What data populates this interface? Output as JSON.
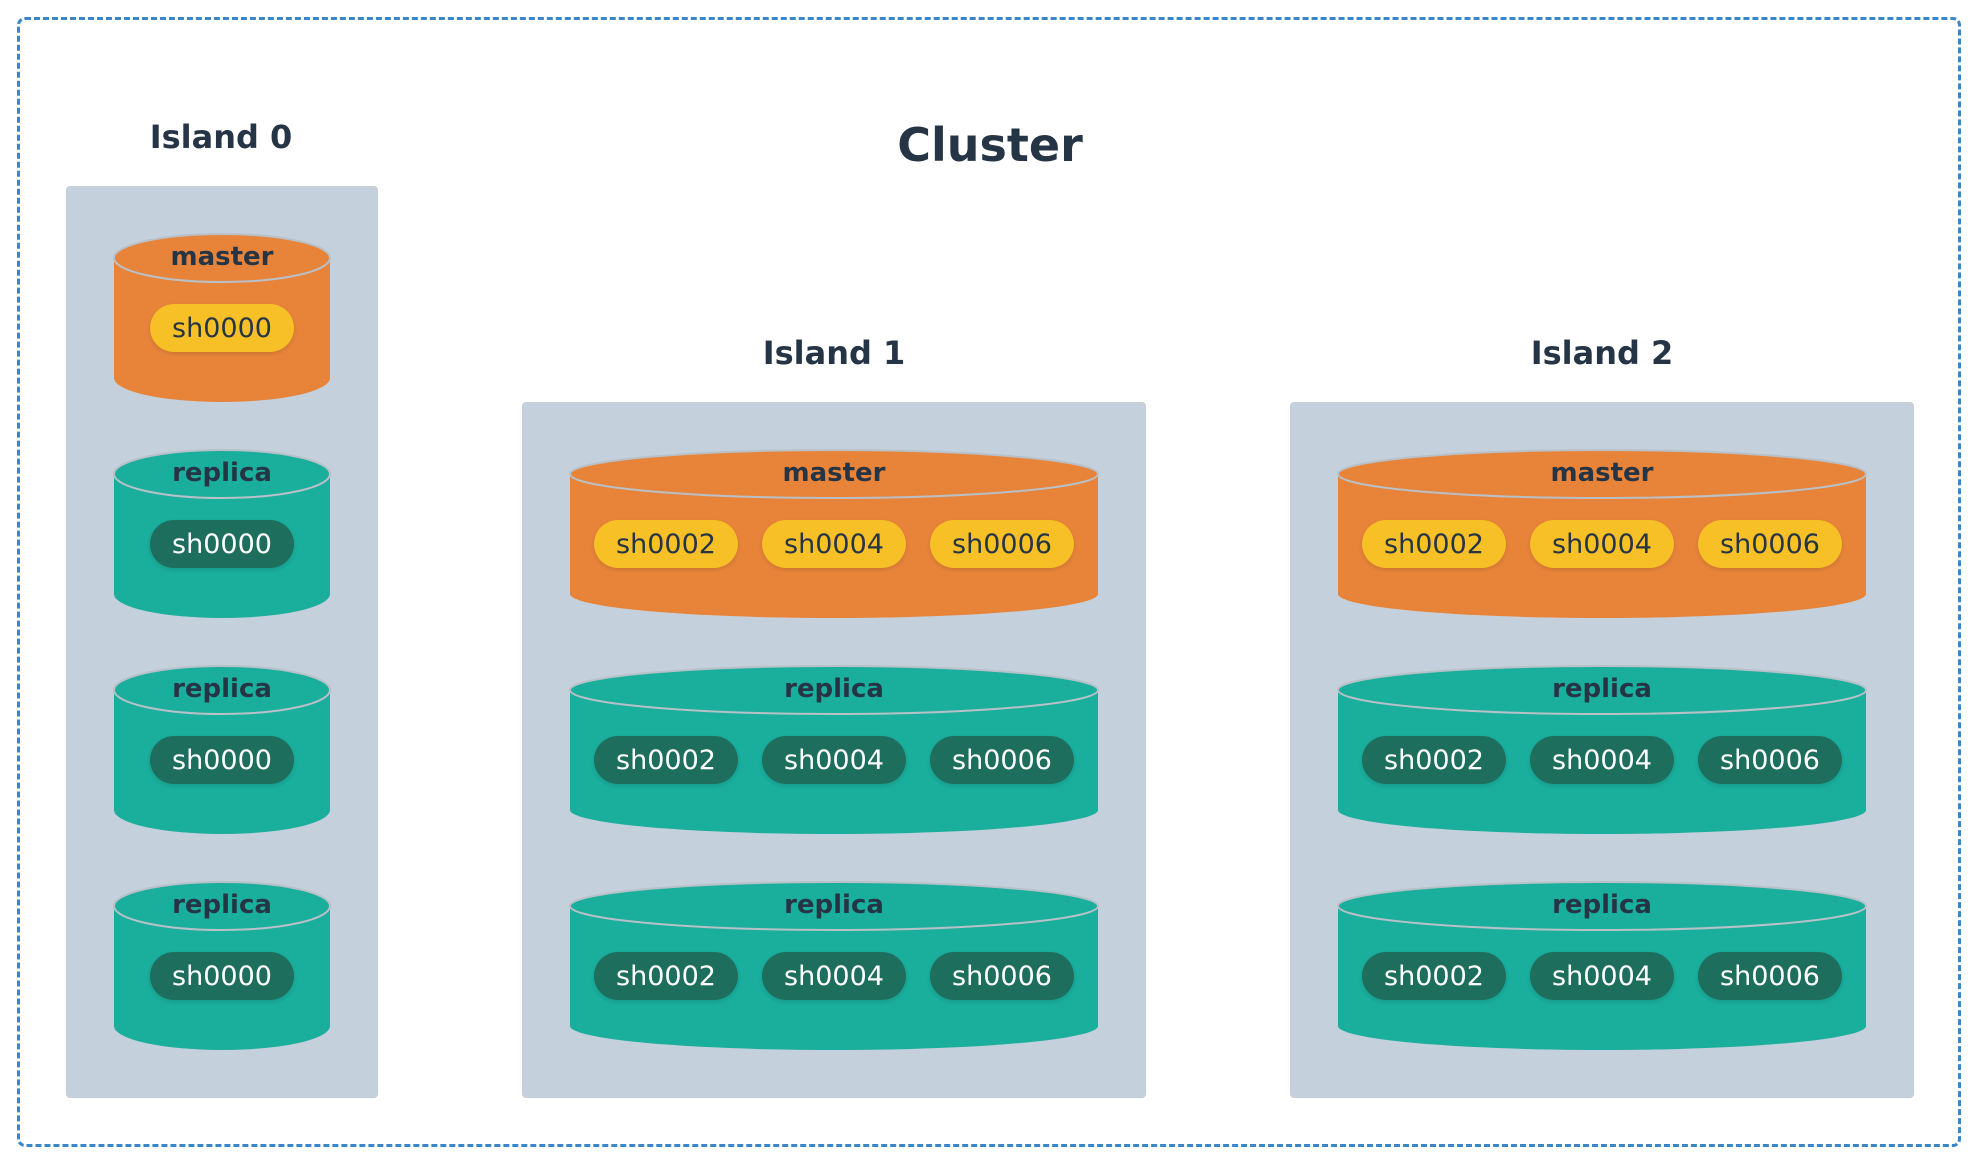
{
  "cluster": {
    "title": "Cluster"
  },
  "colors": {
    "master": "#e8843a",
    "replica": "#1aae9c",
    "master_shard": "#f6c026",
    "replica_shard": "#1e6e5e",
    "island_bg": "#c4d0db",
    "border": "#3a86c8",
    "text": "#263545"
  },
  "islands": [
    {
      "title": "Island 0",
      "nodes": [
        {
          "role": "master",
          "label": "master",
          "shards": [
            "sh0000"
          ]
        },
        {
          "role": "replica",
          "label": "replica",
          "shards": [
            "sh0000"
          ]
        },
        {
          "role": "replica",
          "label": "replica",
          "shards": [
            "sh0000"
          ]
        },
        {
          "role": "replica",
          "label": "replica",
          "shards": [
            "sh0000"
          ]
        }
      ]
    },
    {
      "title": "Island 1",
      "nodes": [
        {
          "role": "master",
          "label": "master",
          "shards": [
            "sh0002",
            "sh0004",
            "sh0006"
          ]
        },
        {
          "role": "replica",
          "label": "replica",
          "shards": [
            "sh0002",
            "sh0004",
            "sh0006"
          ]
        },
        {
          "role": "replica",
          "label": "replica",
          "shards": [
            "sh0002",
            "sh0004",
            "sh0006"
          ]
        }
      ]
    },
    {
      "title": "Island 2",
      "nodes": [
        {
          "role": "master",
          "label": "master",
          "shards": [
            "sh0002",
            "sh0004",
            "sh0006"
          ]
        },
        {
          "role": "replica",
          "label": "replica",
          "shards": [
            "sh0002",
            "sh0004",
            "sh0006"
          ]
        },
        {
          "role": "replica",
          "label": "replica",
          "shards": [
            "sh0002",
            "sh0004",
            "sh0006"
          ]
        }
      ]
    }
  ]
}
